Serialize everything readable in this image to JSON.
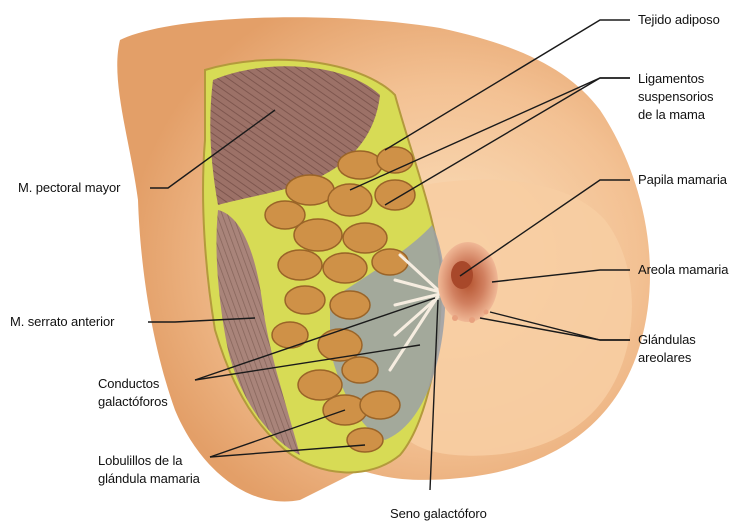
{
  "labels": {
    "tejido_adiposo": "Tejido adiposo",
    "ligamentos": "Ligamentos\nsuspensorios\nde la mama",
    "papila": "Papila mamaria",
    "pectoral": "M. pectoral mayor",
    "areola": "Areola mamaria",
    "serrato": "M. serrato anterior",
    "glandulas": "Glándulas\nareolares",
    "conductos": "Conductos\ngalactóforos",
    "lobulillos": "Lobulillos de la\nglándula mamaria",
    "seno": "Seno galactóforo"
  },
  "colors": {
    "skin": "#f3c193",
    "skin_shadow": "#e39f68",
    "muscle": "#9c7167",
    "fat": "#d7db55",
    "lobule": "#cf9147",
    "areola": "#c9744f",
    "leader": "#1a1a1a"
  }
}
